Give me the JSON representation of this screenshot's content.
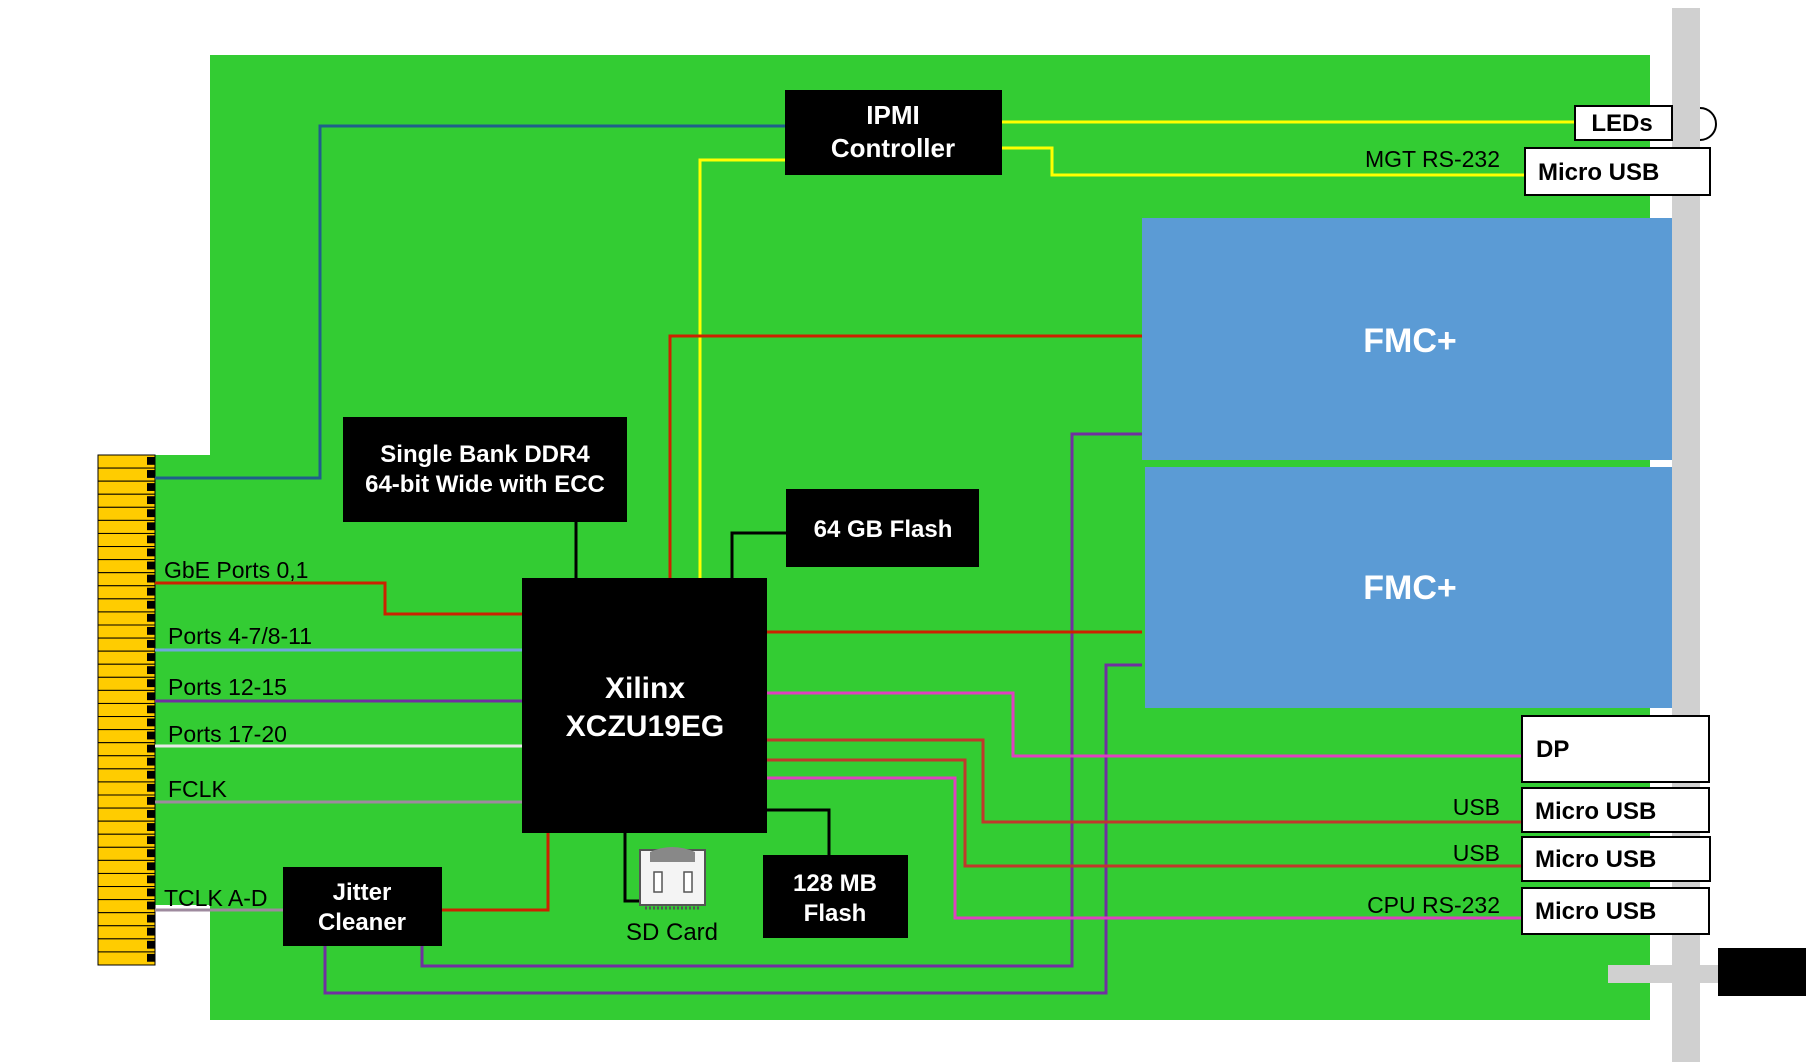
{
  "colors": {
    "board": "#33cc33",
    "chip": "#000000",
    "fmc": "#5b9bd5",
    "edge_connector": "#ffcc00",
    "faceplate": "#d0d0d0",
    "wire_blue": "#1f5f8b",
    "wire_yellow": "#ffff00",
    "wire_red": "#cc2200",
    "wire_purple": "#7030a0",
    "wire_magenta": "#e040c0",
    "wire_lightblue": "#6fa8dc",
    "wire_white": "#e8e8e8",
    "wire_gray": "#9e8a9e",
    "wire_brown": "#c0392b"
  },
  "blocks": {
    "ipmi_line1": "IPMI",
    "ipmi_line2": "Controller",
    "ddr4_line1": "Single Bank DDR4",
    "ddr4_line2": "64-bit Wide with ECC",
    "flash64": "64 GB Flash",
    "fpga_line1": "Xilinx",
    "fpga_line2": "XCZU19EG",
    "flash128_line1": "128 MB",
    "flash128_line2": "Flash",
    "jitter_line1": "Jitter",
    "jitter_line2": "Cleaner",
    "fmc_top": "FMC+",
    "fmc_bottom": "FMC+"
  },
  "labels": {
    "gbe": "GbE Ports 0,1",
    "ports_4_11": "Ports 4-7/8-11",
    "ports_12_15": "Ports 12-15",
    "ports_17_20": "Ports 17-20",
    "fclk": "FCLK",
    "tclk": "TCLK A-D",
    "sd_card": "SD Card",
    "mgt_rs232": "MGT RS-232",
    "usb_1": "USB",
    "usb_2": "USB",
    "cpu_rs232": "CPU RS-232"
  },
  "front_panel": {
    "leds": "LEDs",
    "micro_usb_mgt": "Micro USB",
    "dp": "DP",
    "micro_usb_1": "Micro USB",
    "micro_usb_2": "Micro USB",
    "micro_usb_3": "Micro USB"
  }
}
